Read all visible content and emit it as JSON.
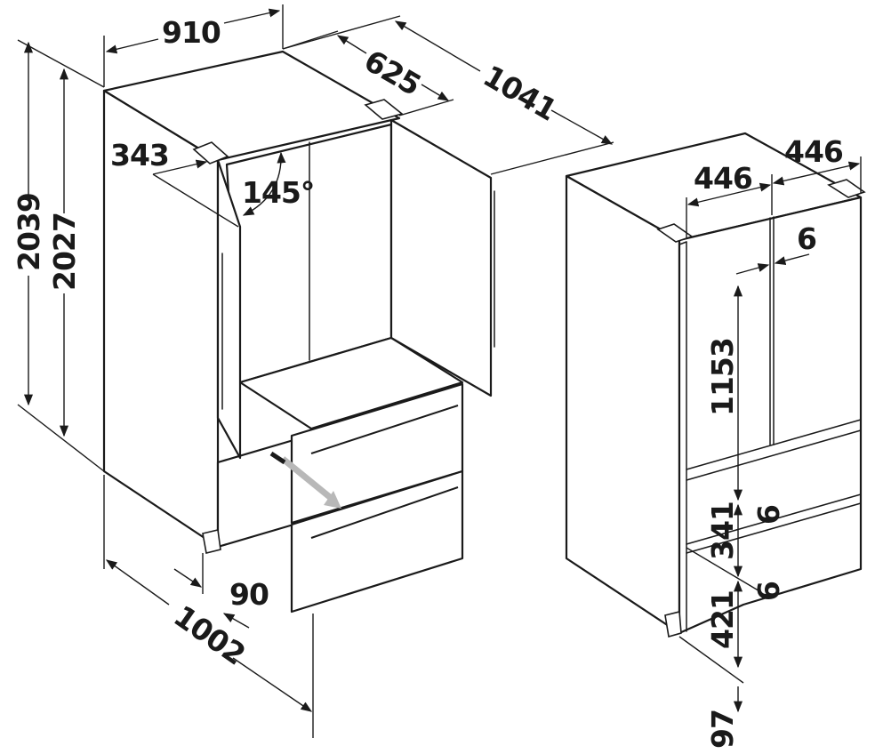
{
  "diagram": {
    "left_view": {
      "width": "910",
      "depth": "625",
      "depth_door_open": "1041",
      "height_total": "2039",
      "height_body": "2027",
      "door_width": "343",
      "door_angle": "145°",
      "drawer_pull_depth": "1002",
      "drawer_offset": "90"
    },
    "right_view": {
      "door_width_left": "446",
      "door_width_right": "446",
      "door_gap": "6",
      "upper_door_height": "1153",
      "drawer_gap_1": "6",
      "drawer_gap_2": "6",
      "upper_drawer_height": "341",
      "lower_drawer_height": "421",
      "plinth_height": "97"
    }
  }
}
